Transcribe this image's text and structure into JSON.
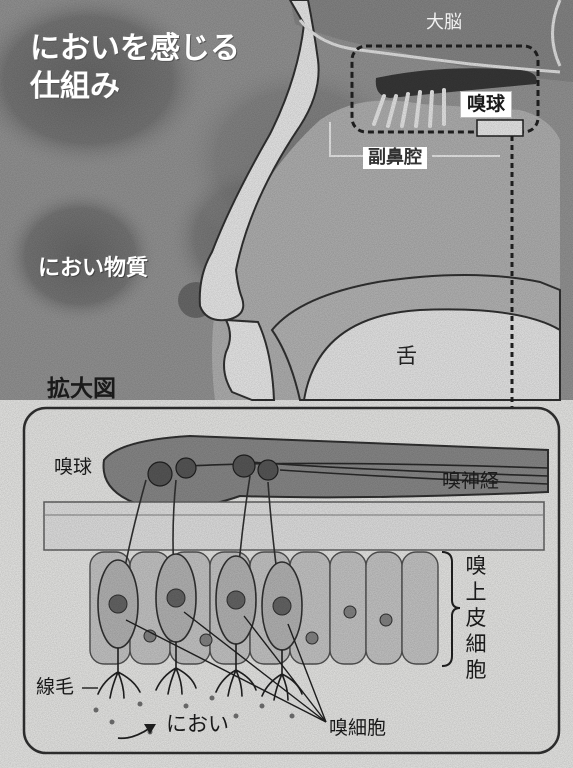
{
  "title": "においを感じる仕組み",
  "labels": {
    "brain": "大脳",
    "olfactory_bulb_top": "嗅球",
    "sinus": "副鼻腔",
    "odor_substance": "におい物質",
    "tongue": "舌",
    "enlarged_view": "拡大図",
    "olfactory_bulb_detail": "嗅球",
    "olfactory_nerve": "嗅神経",
    "olfactory_epithelium": "嗅上皮細胞",
    "cilia": "線毛",
    "odor": "におい",
    "olfactory_cell": "嗅細胞"
  },
  "colors": {
    "background": "#f4f4f2",
    "head_gray": "#9a9a9a",
    "nasal_mid_gray": "#b9b9b9",
    "brain_gray": "#8b8b8b",
    "cell_gray": "#cfcfcf",
    "nucleus": "#777777",
    "line": "#222222",
    "panel_border": "#333333"
  }
}
